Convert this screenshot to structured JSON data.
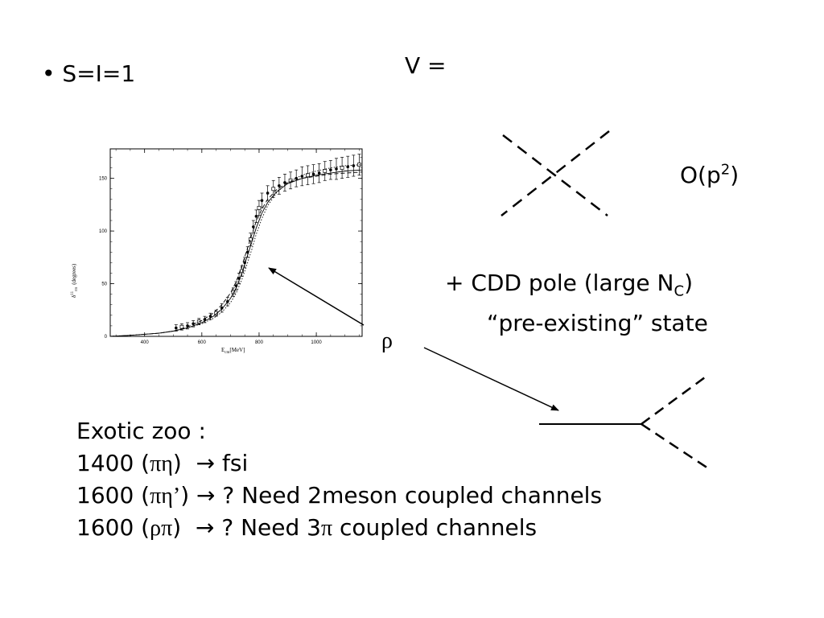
{
  "slide": {
    "bullet_char": "•",
    "bullet_text": "S=I=1",
    "v_eq": "V =",
    "order_main": "O(p",
    "order_sup": "2",
    "order_close": ")",
    "cdd_main": "+ CDD pole (large N",
    "cdd_sub": "C",
    "cdd_close": ")",
    "preexisting": "“pre-existing” state",
    "rho": "ρ",
    "zoo_title": "Exotic zoo :",
    "zoo_lines": [
      {
        "num": "1400 (",
        "sym": "πη",
        "close": ")",
        "arrow": "→",
        "rest": "fsi"
      },
      {
        "num": "1600 (",
        "sym": "πη’",
        "close": ")",
        "arrow": "→",
        "rest": "?  Need 2meson coupled channels"
      },
      {
        "num": "1600 (",
        "sym": "ρπ",
        "close": ")",
        "arrow": "→",
        "rest": "?  Need 3",
        "sym2": "π",
        "rest2": " coupled channels"
      }
    ]
  },
  "chart_data": {
    "type": "scatter",
    "xlabel": "E",
    "xlabel_sub": "cm",
    "xlabel_unit": "[MeV]",
    "ylabel": "δ",
    "ylabel_sup": "11",
    "ylabel_sub": "ππ",
    "ylabel_unit": "(degrees)",
    "xlim": [
      280,
      1160
    ],
    "ylim": [
      0,
      178
    ],
    "xticks": [
      400,
      600,
      800,
      1000
    ],
    "yticks": [
      0,
      50,
      100,
      150
    ],
    "grid": false,
    "series": [
      {
        "style": "points",
        "x": [
          510,
          530,
          550,
          570,
          590,
          610,
          630,
          650,
          670,
          690,
          710,
          720,
          730,
          740,
          750,
          760,
          770,
          780,
          790,
          800,
          810,
          830,
          850,
          870,
          890,
          910,
          930,
          950,
          970,
          990,
          1010,
          1030,
          1050,
          1070,
          1090,
          1110,
          1130,
          1150
        ],
        "y": [
          8,
          9,
          10,
          12,
          14,
          16,
          19,
          22,
          27,
          33,
          42,
          48,
          55,
          62,
          70,
          80,
          92,
          104,
          114,
          122,
          129,
          136,
          140,
          143,
          146,
          148,
          150,
          152,
          153,
          154,
          155,
          157,
          158,
          159,
          160,
          161,
          162,
          163
        ],
        "err": [
          3,
          3,
          3,
          3,
          3,
          3,
          3,
          3,
          4,
          4,
          4,
          4,
          5,
          5,
          5,
          5,
          6,
          6,
          6,
          7,
          7,
          7,
          8,
          8,
          8,
          8,
          8,
          9,
          9,
          9,
          9,
          9,
          9,
          10,
          10,
          10,
          10,
          10
        ]
      },
      {
        "style": "solid",
        "x": [
          280,
          350,
          400,
          450,
          500,
          550,
          600,
          640,
          670,
          700,
          720,
          740,
          760,
          775,
          790,
          810,
          830,
          860,
          900,
          950,
          1000,
          1050,
          1100,
          1160
        ],
        "y": [
          0,
          1,
          2,
          3,
          5,
          8,
          13,
          19,
          26,
          36,
          46,
          60,
          77,
          90,
          103,
          117,
          127,
          137,
          145,
          150,
          153,
          155,
          157,
          158
        ]
      },
      {
        "style": "dashed",
        "x": [
          280,
          350,
          400,
          450,
          500,
          550,
          600,
          640,
          670,
          700,
          720,
          740,
          760,
          775,
          790,
          810,
          830,
          860,
          900,
          950,
          1000,
          1050,
          1100,
          1160
        ],
        "y": [
          0,
          1,
          2,
          3,
          5,
          9,
          15,
          22,
          30,
          41,
          52,
          67,
          84,
          97,
          109,
          121,
          130,
          139,
          146,
          150,
          152,
          154,
          155,
          156
        ]
      },
      {
        "style": "dotted",
        "x": [
          280,
          350,
          400,
          450,
          500,
          550,
          600,
          640,
          670,
          700,
          720,
          740,
          760,
          775,
          790,
          810,
          830,
          860,
          900,
          950,
          1000,
          1050,
          1100,
          1160
        ],
        "y": [
          0,
          1,
          2,
          3,
          5,
          8,
          12,
          17,
          23,
          32,
          41,
          54,
          70,
          83,
          97,
          112,
          124,
          136,
          146,
          153,
          157,
          160,
          162,
          163
        ]
      }
    ]
  }
}
